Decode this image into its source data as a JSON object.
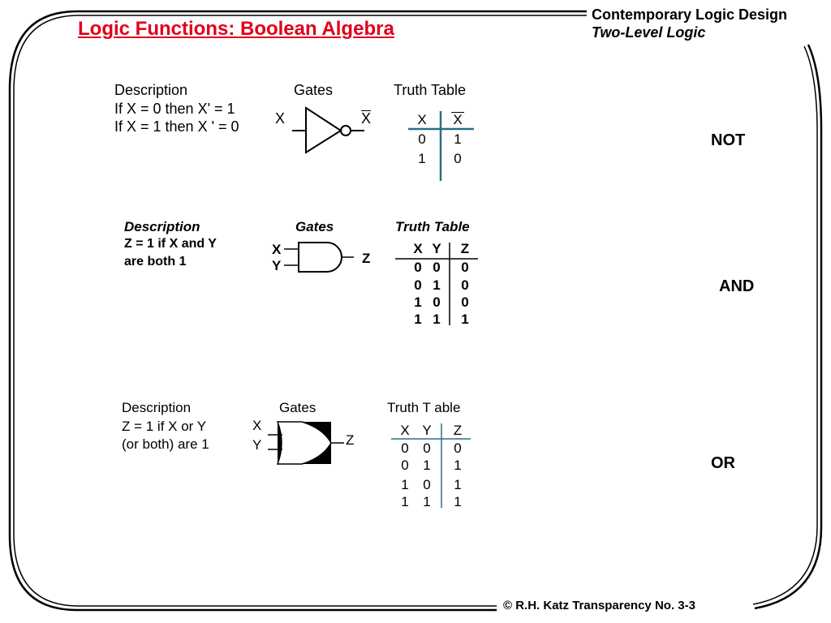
{
  "header": {
    "title": "Logic Functions: Boolean Algebra",
    "course": "Contemporary Logic Design",
    "topic": "Two-Level Logic"
  },
  "footer": "© R.H. Katz   Transparency  No. 3-3",
  "colors": {
    "title": "#e0001b",
    "truth_table_rule": "#2a6f86"
  },
  "not": {
    "function": "NOT",
    "desc_head": "Description",
    "desc_line1": "If X = 0 then  X' = 1",
    "desc_line2": "If  X = 1 then  X ' = 0",
    "gates_head": "Gates",
    "gate_in": "X",
    "gate_out": "X",
    "tt_head": "Truth Table",
    "tt_cols": [
      "X",
      "X"
    ],
    "tt_rows": [
      [
        "0",
        "1"
      ],
      [
        "1",
        "0"
      ]
    ]
  },
  "and": {
    "function": "AND",
    "desc_head": "Description",
    "desc_line1": "Z = 1 if X and Y",
    "desc_line2": "are both 1",
    "gates_head": "Gates",
    "gate_in1": "X",
    "gate_in2": "Y",
    "gate_out": "Z",
    "tt_head": "Truth Table",
    "tt_cols": [
      "X",
      "Y",
      "Z"
    ],
    "tt_rows": [
      [
        "0",
        "0",
        "0"
      ],
      [
        "0",
        "1",
        "0"
      ],
      [
        "1",
        "0",
        "0"
      ],
      [
        "1",
        "1",
        "1"
      ]
    ]
  },
  "or": {
    "function": "OR",
    "desc_head": "Description",
    "desc_line1": "Z = 1 if  X or  Y",
    "desc_line2": "(or both) are 1",
    "gates_head": "Gates",
    "gate_in1": "X",
    "gate_in2": "Y",
    "gate_out": "Z",
    "tt_head": "Truth T able",
    "tt_cols": [
      "X",
      "Y",
      "Z"
    ],
    "tt_rows": [
      [
        "0",
        "0",
        "0"
      ],
      [
        "0",
        "1",
        "1"
      ],
      [
        "1",
        "0",
        "1"
      ],
      [
        "1",
        "1",
        "1"
      ]
    ]
  }
}
